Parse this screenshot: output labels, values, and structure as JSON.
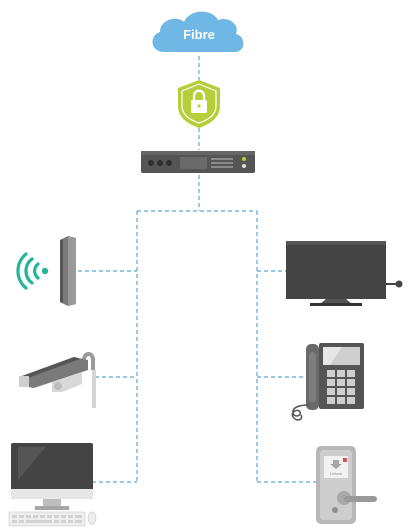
{
  "cloud": {
    "label": "Fibre"
  },
  "lock_label": "Unlock",
  "colors": {
    "line": "#5aa8d8",
    "cloud": "#6fb8e6",
    "shield": "#b5cf3a",
    "wifi": "#22b59a",
    "device_dark": "#555555",
    "device_mid": "#7a7a7a"
  },
  "devices": {
    "left": [
      "wireless-access-point",
      "cctv-camera",
      "desktop-computer"
    ],
    "right": [
      "television",
      "desk-phone",
      "door-lock"
    ]
  }
}
